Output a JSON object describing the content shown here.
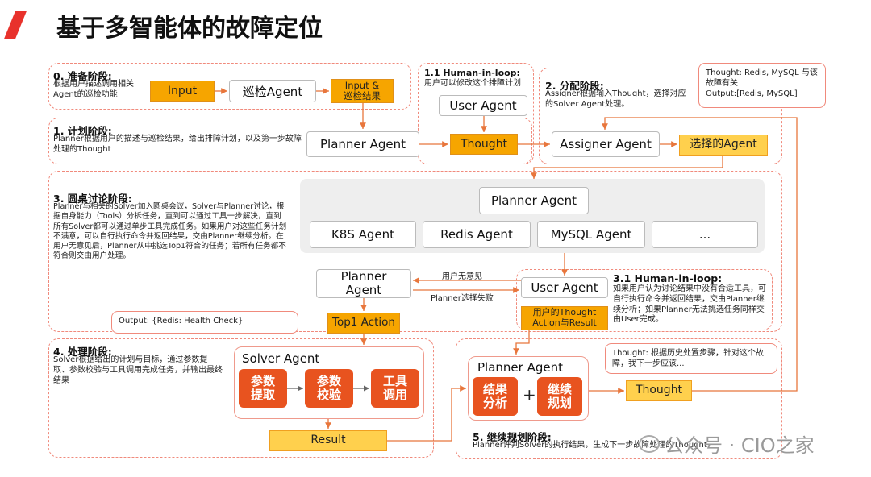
{
  "title": "基于多智能体的故障定位",
  "stages": {
    "s0": {
      "head": "0. 准备阶段:",
      "desc": "根据用户描述调用相关Agent的巡检功能"
    },
    "s1": {
      "head": "1. 计划阶段:",
      "desc": "Planner根据用户的描述与巡检结果，给出排障计划，以及第一步故障处理的Thought"
    },
    "s11": {
      "head": "1.1 Human-in-loop:",
      "desc": "用户可以修改这个排障计划"
    },
    "s2": {
      "head": "2. 分配阶段:",
      "desc": "Assigner根据输入Thought，选择对应的Solver Agent处理。"
    },
    "s3": {
      "head": "3. 圆桌讨论阶段:",
      "desc": "Planner与相关的Solver加入圆桌会议，Solver与Planner讨论，根据自身能力（Tools）分拆任务，直到可以通过工具一步解决，直到所有Solver都可以通过单步工具完成任务。如果用户对这些任务计划不满意，可以自行执行命令并返回结果，交由Planner继续分析。在用户无意见后，Planner从中挑选Top1符合的任务；若所有任务都不符合则交由用户处理。"
    },
    "s31": {
      "head": "3.1 Human-in-loop:",
      "desc": "如果用户认为讨论结果中没有合适工具，可自行执行命令并返回结果，交由Planner继续分析；如果Planner无法挑选任务同样交由User完成。"
    },
    "s4": {
      "head": "4. 处理阶段:",
      "desc": "Solver根据给出的计划与目标，通过参数提取、参数校验与工具调用完成任务，并输出最终结果"
    },
    "s5": {
      "head": "5. 继续规划阶段:",
      "desc": "Planner评判Solver的执行结果，生成下一步故障处理的Thought"
    }
  },
  "nodes": {
    "input": "Input",
    "patrol_agent": "巡检Agent",
    "input_patrol_result": "Input &\n巡检结果",
    "user_agent_top": "User Agent",
    "planner_agent_1": "Planner Agent",
    "thought_1": "Thought",
    "assigner_agent": "Assigner Agent",
    "selected_agent": "选择的Agent",
    "planner_agent_round": "Planner Agent",
    "k8s_agent": "K8S Agent",
    "redis_agent": "Redis Agent",
    "mysql_agent": "MySQL Agent",
    "more_agents": "...",
    "planner_agent_3": "Planner\nAgent",
    "user_agent_3": "User Agent",
    "user_thought_action": "用户的Thought\nAction与Result",
    "top1_action": "Top1 Action",
    "solver_agent_title": "Solver Agent",
    "param_extract": "参数\n提取",
    "param_validate": "参数\n校验",
    "tool_call": "工具\n调用",
    "result": "Result",
    "planner_agent_5": "Planner Agent",
    "result_analysis": "结果\n分析",
    "plus": "+",
    "continue_plan": "继续\n规划",
    "thought_5": "Thought"
  },
  "edge_labels": {
    "user_no_objection": "用户无意见",
    "planner_select_fail": "Planner选择失败"
  },
  "callouts": {
    "assigner_thought": "Thought: Redis, MySQL 与该故障有关\nOutput:[Redis, MySQL]",
    "top1_output": "Output: {Redis: Health Check}",
    "next_thought": "Thought: 根据历史处置步骤，针对这个故障，我下一步应该..."
  },
  "watermark": "公众号 · CIO之家",
  "colors": {
    "accent_red": "#e8322c",
    "orange": "#f6a500",
    "yellow": "#ffd04d",
    "solver_red": "#e8531f",
    "dash": "#f08a7c"
  }
}
